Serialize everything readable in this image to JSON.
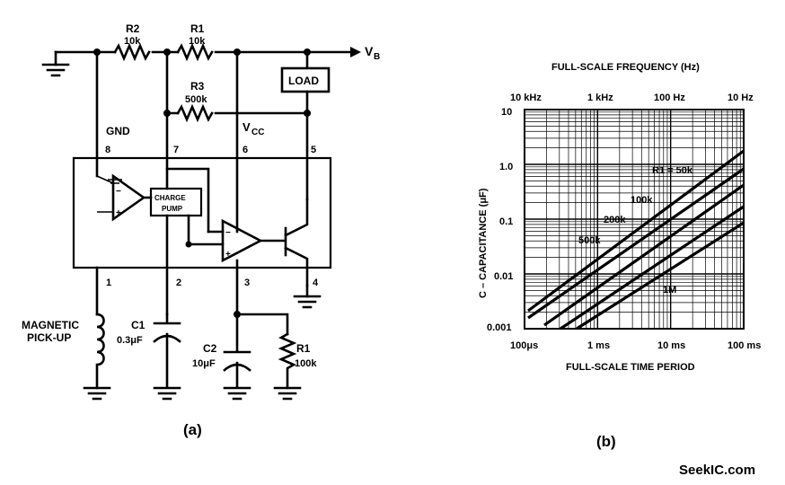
{
  "circuit": {
    "labels": {
      "r2": "R2",
      "r2_val": "10k",
      "r1_top": "R1",
      "r1_top_val": "10k",
      "r3": "R3",
      "r3_val": "500k",
      "vb": "V",
      "vb_sub": "B",
      "load": "LOAD",
      "gnd": "GND",
      "vcc": "V",
      "vcc_sub": "CC",
      "pin8": "8",
      "pin7": "7",
      "pin6": "6",
      "pin5": "5",
      "pin1": "1",
      "pin2": "2",
      "pin3": "3",
      "pin4": "4",
      "charge1": "CHARGE",
      "charge2": "PUMP",
      "mag1": "MAGNETIC",
      "mag2": "PICK-UP",
      "c1": "C1",
      "c1_val": "0.3μF",
      "c2": "C2",
      "c2_val": "10μF",
      "r1_bot": "R1",
      "r1_bot_val": "100k",
      "caption": "(a)"
    }
  },
  "graph": {
    "title_top": "FULL-SCALE FREQUENCY (Hz)",
    "top_ticks": [
      "10 kHz",
      "1 kHz",
      "100 Hz",
      "10 Hz"
    ],
    "ylabel": "C – CAPACITANCE (μF)",
    "y_ticks": [
      "10",
      "1.0",
      "0.1",
      "0.01",
      "0.001"
    ],
    "bottom_ticks": [
      "100μs",
      "1 ms",
      "10 ms",
      "100 ms"
    ],
    "xlabel": "FULL-SCALE TIME PERIOD",
    "curve_labels": [
      "R1 = 50k",
      "100k",
      "200k",
      "500k",
      "1M"
    ],
    "caption": "(b)"
  },
  "watermark": "SeekIC.com"
}
